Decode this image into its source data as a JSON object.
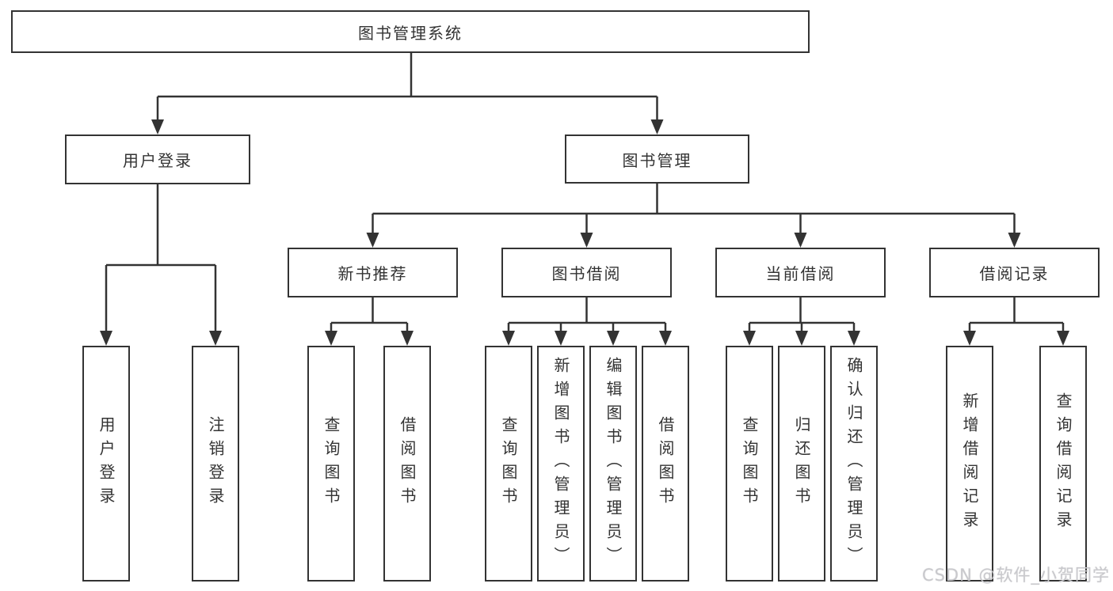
{
  "nodes": {
    "root": "图书管理系统",
    "level2": [
      "用户登录",
      "图书管理"
    ],
    "level3": [
      "新书推荐",
      "图书借阅",
      "当前借阅",
      "借阅记录"
    ],
    "leaves_user_login": [
      "用户登录",
      "注销登录"
    ],
    "leaves_new_books": [
      "查询图书",
      "借阅图书"
    ],
    "leaves_book_borrow": [
      "查询图书",
      "新增图书（管理员）",
      "编辑图书（管理员）",
      "借阅图书"
    ],
    "leaves_current_borrow": [
      "查询图书",
      "归还图书",
      "确认归还（管理员）"
    ],
    "leaves_borrow_records": [
      "新增借阅记录",
      "查询借阅记录"
    ]
  },
  "watermark": {
    "text": "CSDN @软件_小贺同学"
  },
  "colors": {
    "line": "#333333",
    "box_border": "#333333",
    "text": "#333333",
    "background": "#ffffff",
    "watermark": "#c9c9cd"
  }
}
